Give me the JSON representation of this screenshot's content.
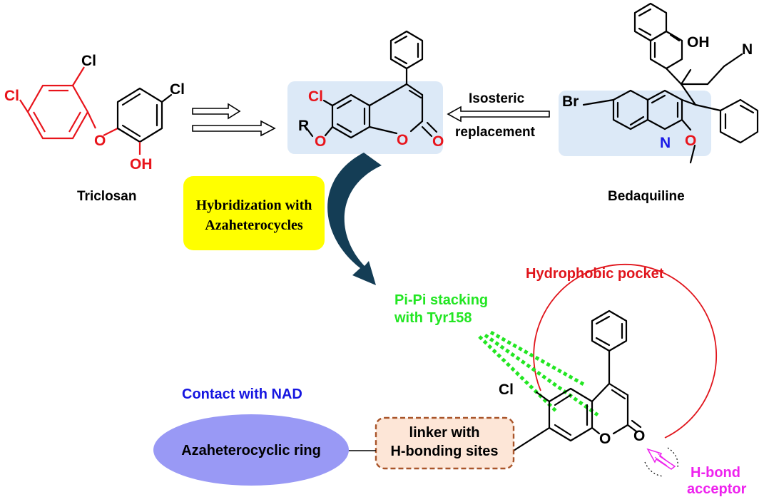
{
  "colors": {
    "chlorine_red": "#e8141b",
    "oxygen_red": "#e8141b",
    "nitrogen_blue": "#1a1ae6",
    "highlight_box": "#dce9f7",
    "yellow_box": "#ffff00",
    "curved_arrow": "#143d55",
    "pocket_circle": "#e0141b",
    "pi_green": "#22e622",
    "nad_blue": "#1515e0",
    "ellipse_fill": "#9999f5",
    "linker_fill": "#fde6d7",
    "linker_border": "#a9552a",
    "hbond_magenta": "#ee22ee"
  },
  "triclosan": {
    "name": "Triclosan",
    "atoms": {
      "cl_left": "Cl",
      "cl_top": "Cl",
      "cl_right": "Cl",
      "o_bridge": "O",
      "oh": "OH"
    }
  },
  "scaffold": {
    "atoms": {
      "cl": "Cl",
      "r": "R",
      "o_ether": "O",
      "o_ring": "O",
      "o_carbonyl": "O"
    }
  },
  "isosteric": {
    "line1": "Isosteric",
    "line2": "replacement"
  },
  "bedaquiline": {
    "name": "Bedaquiline",
    "atoms": {
      "br": "Br",
      "oh": "OH",
      "n_ring": "N",
      "o_methoxy": "O",
      "n_amine": "N"
    }
  },
  "hybridization": {
    "line1": "Hybridization with",
    "line2": "Azaheterocycles"
  },
  "bottom": {
    "hydrophobic_pocket": "Hydrophobic pocket",
    "pi_line1": "Pi-Pi stacking",
    "pi_line2": "with Tyr158",
    "cl": "Cl",
    "o_ring": "O",
    "o_carbonyl": "O",
    "nad_contact": "Contact with NAD",
    "azaheterocycle": "Azaheterocyclic ring",
    "linker_line1": "linker with",
    "linker_line2": "H-bonding sites",
    "hbond_line1": "H-bond",
    "hbond_line2": "acceptor"
  }
}
